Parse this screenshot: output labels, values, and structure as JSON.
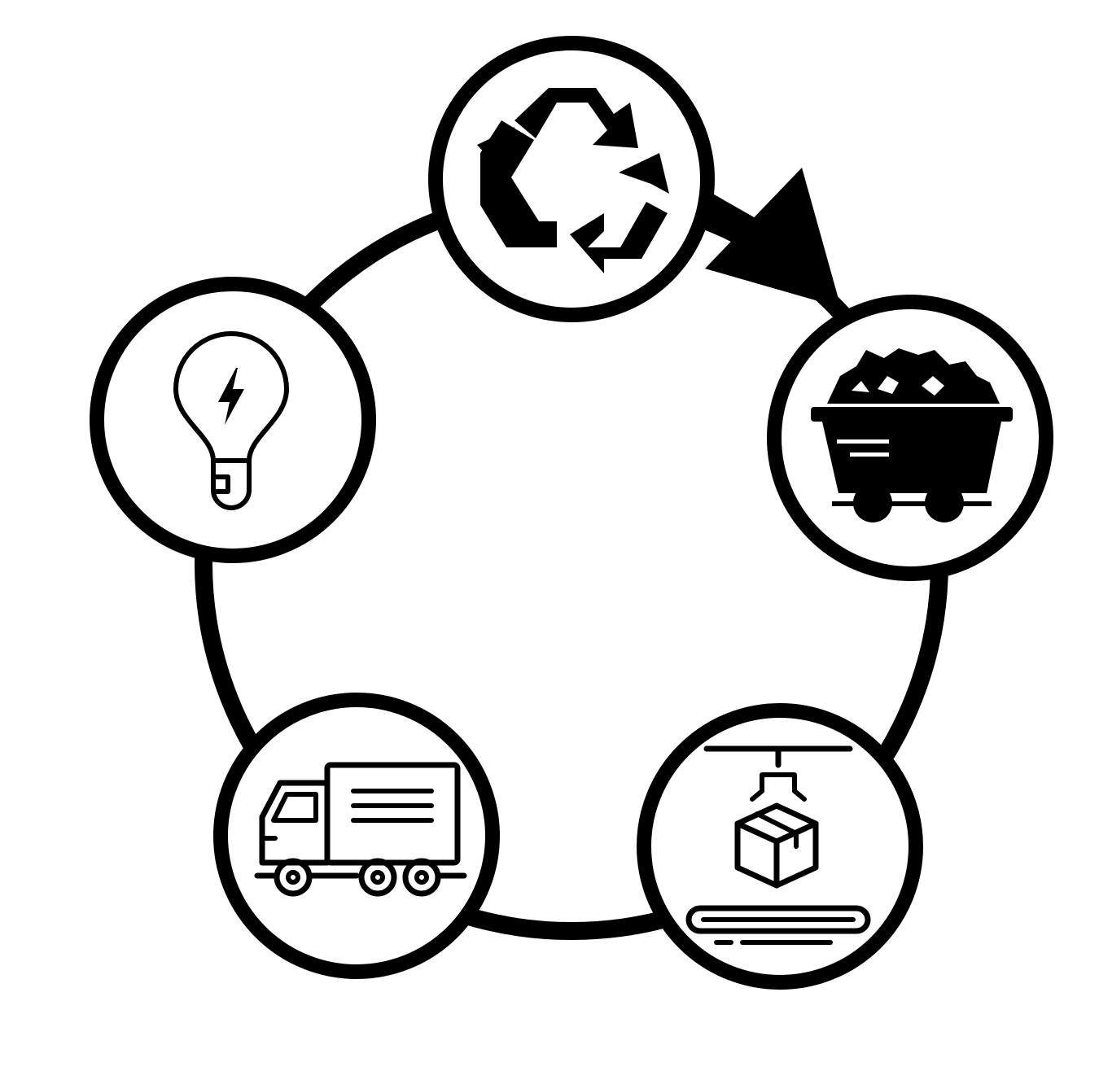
{
  "diagram": {
    "nodes": [
      {
        "id": "recycle",
        "icon": "recycle-icon"
      },
      {
        "id": "mining",
        "icon": "mine-cart-icon"
      },
      {
        "id": "manufacturing",
        "icon": "conveyor-icon"
      },
      {
        "id": "transport",
        "icon": "truck-icon"
      },
      {
        "id": "use",
        "icon": "lightbulb-icon"
      }
    ],
    "flow": [
      "recycle",
      "mining",
      "manufacturing",
      "transport",
      "use",
      "recycle"
    ],
    "direction": "clockwise",
    "arrow": {
      "from": "recycle",
      "to": "mining"
    },
    "colors": {
      "ink": "#000000",
      "background": "#ffffff"
    }
  }
}
